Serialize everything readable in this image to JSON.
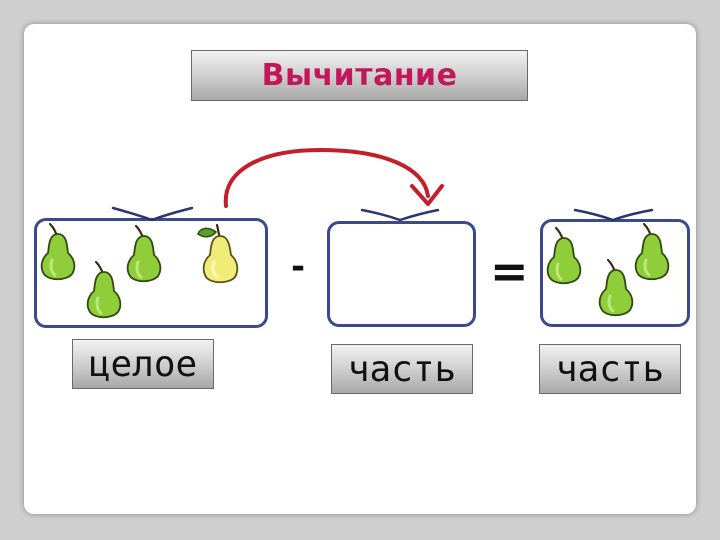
{
  "title": "Вычитание",
  "operators": {
    "minus": "-",
    "equals": "="
  },
  "labels": {
    "whole": "целое",
    "part1": "часть",
    "part2": "часть"
  },
  "boxes": {
    "whole": {
      "green_pears": 3,
      "yellow_pears": 1
    },
    "part1": {
      "green_pears": 0,
      "yellow_pears": 0
    },
    "part2": {
      "green_pears": 3,
      "yellow_pears": 0
    }
  },
  "colors": {
    "title_text": "#c2185b",
    "arrow": "#c41e2a",
    "box_border": "#3a4a8c",
    "green_pear": "#8fce3a",
    "yellow_pear": "#f1ec7a"
  },
  "icons": [
    "pear-icon",
    "curved-arrow-icon",
    "brace-icon"
  ]
}
